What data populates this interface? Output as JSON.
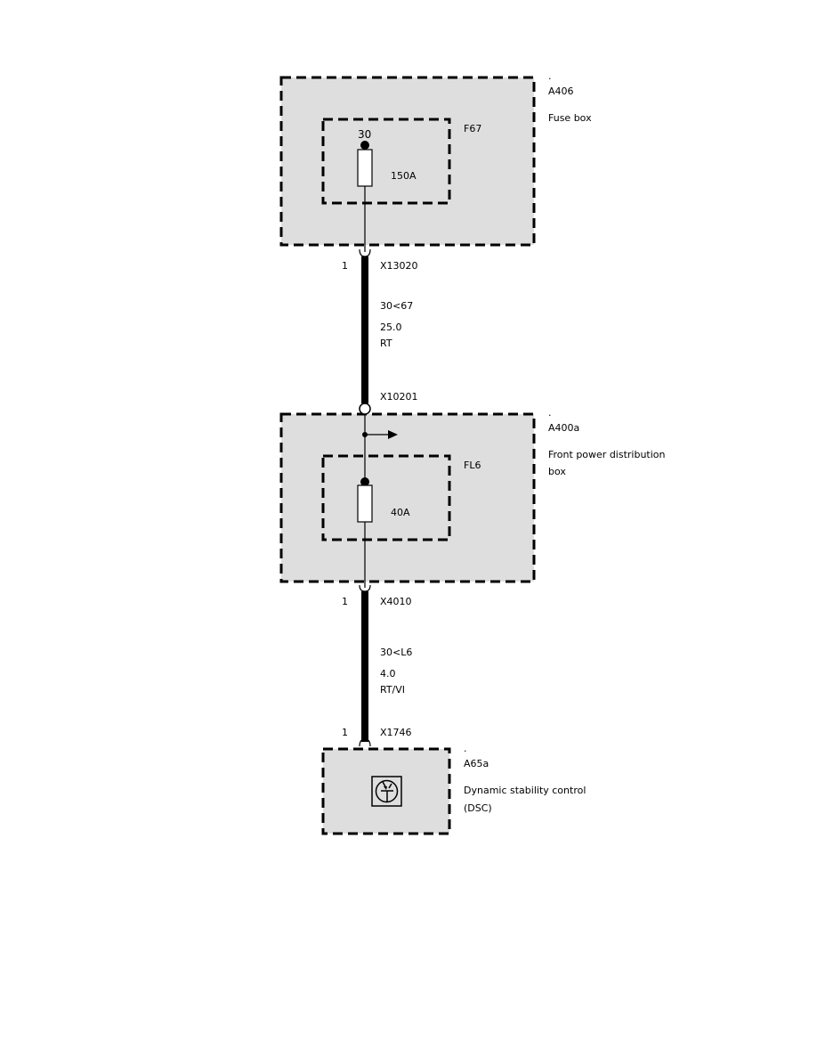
{
  "components": {
    "a406": {
      "dot": ".",
      "id": "A406",
      "name": "Fuse box"
    },
    "f67": {
      "id": "F67",
      "terminal": "30",
      "rating": "150A"
    },
    "a400a": {
      "dot": ".",
      "id": "A400a",
      "name_line1": "Front power distribution",
      "name_line2": "box"
    },
    "fl6": {
      "id": "FL6",
      "rating": "40A"
    },
    "a65a": {
      "dot": ".",
      "id": "A65a",
      "name_line1": "Dynamic stability control",
      "name_line2": "(DSC)"
    }
  },
  "connectors": {
    "x13020": {
      "pin": "1",
      "id": "X13020"
    },
    "x10201": {
      "id": "X10201"
    },
    "x4010": {
      "pin": "1",
      "id": "X4010"
    },
    "x1746": {
      "pin": "1",
      "id": "X1746"
    }
  },
  "wires": {
    "w1": {
      "circuit": "30<67",
      "size": "25.0",
      "color": "RT"
    },
    "w2": {
      "circuit": "30<L6",
      "size": "4.0",
      "color": "RT/VI"
    }
  }
}
